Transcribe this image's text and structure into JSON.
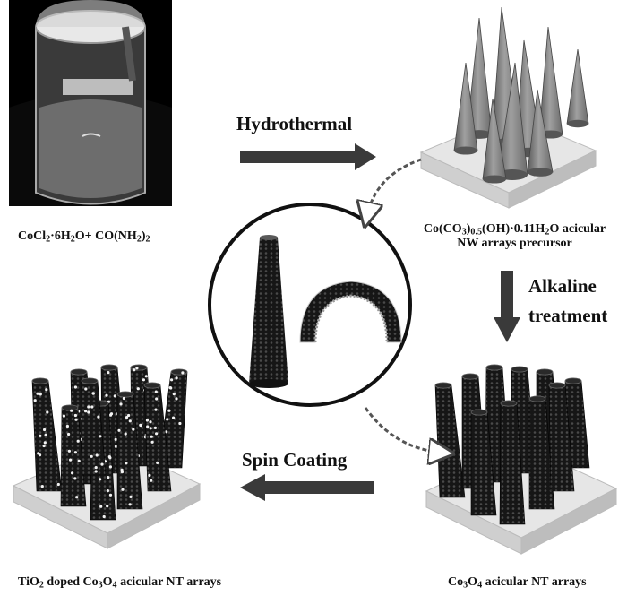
{
  "captions": {
    "start": {
      "a": "CoCl",
      "a_sub": "2",
      "b": "·6H",
      "b_sub": "2",
      "c": "O+ CO(NH",
      "c_sub": "2",
      "d": ")",
      "d_sub": "2"
    },
    "precursor": {
      "l1a": "Co(CO",
      "l1a_sub": "3",
      "l1b": ")",
      "l1b_sub": "0.5",
      "l1c": "(OH)·0.11H",
      "l1c_sub": "2",
      "l1d": "O acicular",
      "line2": "NW arrays precursor"
    },
    "co3o4": {
      "a": "Co",
      "a_sub": "3",
      "b": "O",
      "b_sub": "4",
      "c": " acicular NT arrays"
    },
    "tio2": {
      "a": "TiO",
      "a_sub": "2",
      "b": " doped Co",
      "b_sub": "3",
      "c": "O",
      "c_sub": "4",
      "d": " acicular NT arrays"
    }
  },
  "steps": {
    "hydrothermal": "Hydrothermal",
    "alkaline_1": "Alkaline",
    "alkaline_2": "treatment",
    "spin": "Spin Coating"
  },
  "colors": {
    "arrow": "#3a3a3a",
    "substrate": "#dcdcdc",
    "cone": "#8a8a8a",
    "tube": "#1c1c1c",
    "dot": "#f2f2f2"
  },
  "icons": [
    "beaker-icon",
    "cone-array-icon",
    "nanotube-array-icon",
    "doped-nanotube-array-icon",
    "nanotube-detail-icon"
  ]
}
